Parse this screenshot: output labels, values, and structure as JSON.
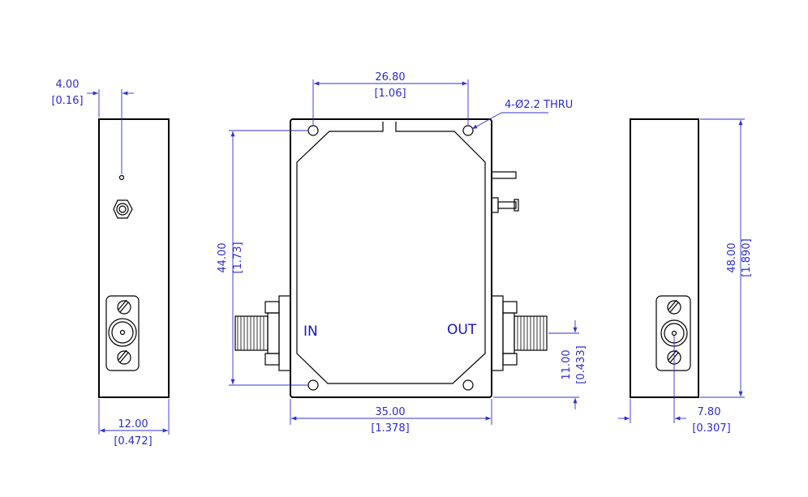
{
  "colors": {
    "outline": "#000000",
    "dimension": "#2b2bd6",
    "label": "#1414cc",
    "background": "#ffffff"
  },
  "left_view": {
    "dim_offset": {
      "value": "4.00",
      "inch": "[0.16]"
    },
    "dim_width": {
      "value": "12.00",
      "inch": "[0.472]"
    }
  },
  "front_view": {
    "dim_hole_spacing": {
      "value": "26.80",
      "inch": "[1.06]"
    },
    "hole_note": "4-Ø2.2 THRU",
    "dim_height": {
      "value": "44.00",
      "inch": "[1.73]"
    },
    "dim_width": {
      "value": "35.00",
      "inch": "[1.378]"
    },
    "dim_connector_height": {
      "value": "11.00",
      "inch": "[0.433]"
    },
    "label_in": "IN",
    "label_out": "OUT"
  },
  "right_view": {
    "dim_height": {
      "value": "48.00",
      "inch": "[1.890]"
    },
    "dim_offset": {
      "value": "7.80",
      "inch": "[0.307]"
    }
  }
}
